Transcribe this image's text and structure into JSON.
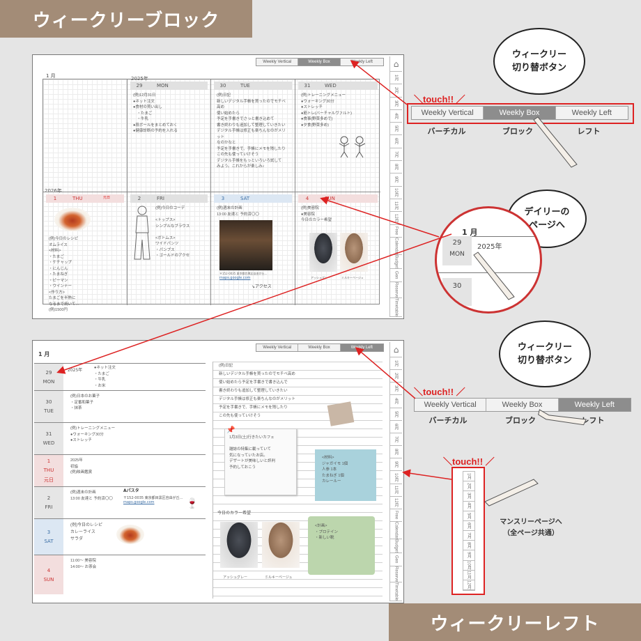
{
  "banners": {
    "top": "ウィークリーブロック",
    "bottom": "ウィークリーレフト"
  },
  "toggle": {
    "vertical": "Weekly Vertical",
    "box": "Weekly Box",
    "left": "Weekly Left"
  },
  "toggle_captions": {
    "vertical": "バーチカル",
    "box": "ブロック",
    "left": "レフト"
  },
  "touch_label": "＼touch!! ／",
  "bubbles": {
    "switch": [
      "ウィークリー",
      "切り替ボタン"
    ],
    "daily": [
      "デイリーの",
      "ページへ"
    ]
  },
  "monthly_caption": [
    "マンスリーページへ",
    "（全ページ共通）"
  ],
  "side_tabs": [
    "1月",
    "2月",
    "3月",
    "4月",
    "5月",
    "6月",
    "7月",
    "8月",
    "9月",
    "10月",
    "11月",
    "12月",
    "Free",
    "Calendar",
    "Budget",
    "Gen",
    "Reserve",
    "Timetable"
  ],
  "mini_tabs": [
    "1月",
    "2月",
    "3月",
    "4月",
    "5月",
    "6月",
    "7月",
    "8月",
    "9月",
    "10月",
    "11月",
    "12月"
  ],
  "block": {
    "month": "1 月",
    "year_top": "2025年",
    "year_bottom": "2026年",
    "days": [
      {
        "num": "29",
        "dow": "MON",
        "note": "(例)12月31日\n●ネット注文\n●食材の買い出し\n　・たまご\n　・牛乳\n●段ボールをまとめておく\n●健康診断の予約を入れる"
      },
      {
        "num": "30",
        "dow": "TUE",
        "note": "(例)日記\n新しいデジタル手帳を買ったのでモチベ高め\n使い始めたら\n予定を手書きでさっと書き込めて\n書き終わりも追加して整理していきたい\nデジタル手帳は修正も楽ちんなのがメリット\nなのかなと\n予定を手書きで、手帳にメモを残したり\nこの先も使っていけそう\nデジタル手帳をもっといろいろ試して\nみよう。これからが楽しみ♪"
      },
      {
        "num": "31",
        "dow": "WED",
        "note": "(例)トレーニングメニュー\n●ウォーキング30分\n●ストレッチ\n●筋トレ(バーチャルヴァルト)\n●食事(野菜多めで)\n●夕食(野菜多め)"
      },
      {
        "num": "1",
        "dow": "THU",
        "holiday": "元日",
        "note": "(例)今日のレシピ\nオムライス\n<材料>\n・たまご\n・ケチャップ\n・にんじん\n・たまねぎ\n・ピーマン\n・ウインナー\n<作り方>\nたまごを半熟に\nなるまで焼いて…\n(例)1500円"
      },
      {
        "num": "2",
        "dow": "FRI",
        "note": "(例)今日のコーデ\n\n<トップス>\nシンプルなブラウス\n\n<ボトムス>\nワイドパンツ\n・パンプス\n・ゴールドのアクセ"
      },
      {
        "num": "3",
        "dow": "SAT",
        "note": "(例)週末の計画\n13:00 友達と 予約済〇〇",
        "map_address": "〒152-0035 東京都目黒区自由が丘…",
        "map_link": "maps.google.com",
        "handwriting": "↘アクセス"
      },
      {
        "num": "4",
        "dow": "SUN",
        "note": "(例)美容院\n●美容院\n今日のカラー希望",
        "photo_labels": [
          "アッシュグレー",
          "ミルキーベージュ"
        ]
      }
    ]
  },
  "left": {
    "month": "1 月",
    "year": "2025年",
    "days": [
      {
        "num": "29",
        "dow": "MON",
        "note": "●ネット注文\n・たまご\n・牛乳\n・お米"
      },
      {
        "num": "30",
        "dow": "TUE",
        "note": "(例)日本のお菓子\n・定番和菓子\n・抹茶"
      },
      {
        "num": "31",
        "dow": "WED",
        "note": "(例)トレーニングメニュー\n●ウォーキング30分\n●ストレッチ"
      },
      {
        "num": "1",
        "dow": "THU",
        "holiday": "元日",
        "note": "2025年\n初詣\n(例)映画鑑賞"
      },
      {
        "num": "2",
        "dow": "FRI",
        "note": "(例)週末の計画\n13:00 友達と 予約済〇〇"
      },
      {
        "num": "3",
        "dow": "SAT",
        "note": "(例)今日のレシピ\nカレーライス\nサラダ"
      },
      {
        "num": "4",
        "dow": "SUN",
        "note": "11:00〜 美容院\n14:00〜 お茶会"
      }
    ],
    "map_title": "Aパスタ",
    "map_address": "〒152-0035 東京都目黒区自由が丘…",
    "map_link": "maps.google.com",
    "right_notes": "(例)日記\n新しいデジタル手帳を買ったのでモチベ高め\n使い始めたら予定を手書きで書き込んで\n書き終わりも追加して整理していきたい\nデジタル手帳は修正も楽ちんなのがメリット\n予定を手書きで、手帳にメモを残したり\nこの先も使っていけそう",
    "memo_note": "1月3日(土)行きたいカフェ\n\n雑誌の特集に載っていて\n気になっていたお店。\nデザートが美味しいと評判\n予約しておこう",
    "blue_note": "<材料>\nジャガイモ 1個\n人参 1本\nたまねぎ 1個\nカレールー",
    "green_note": "<計画>\n・プロテイン\n・新しい靴",
    "hair_caption": "今日のカラー希望",
    "photo_labels": [
      "アッシュグレー",
      "ミルキーベージュ"
    ]
  },
  "lens": {
    "month": "1 月",
    "num": "29",
    "dow": "MON",
    "year": "2025年",
    "next": "30"
  },
  "colors": {
    "banner": "#a38c77",
    "red": "#d22",
    "blue": "#3b6ea5"
  }
}
